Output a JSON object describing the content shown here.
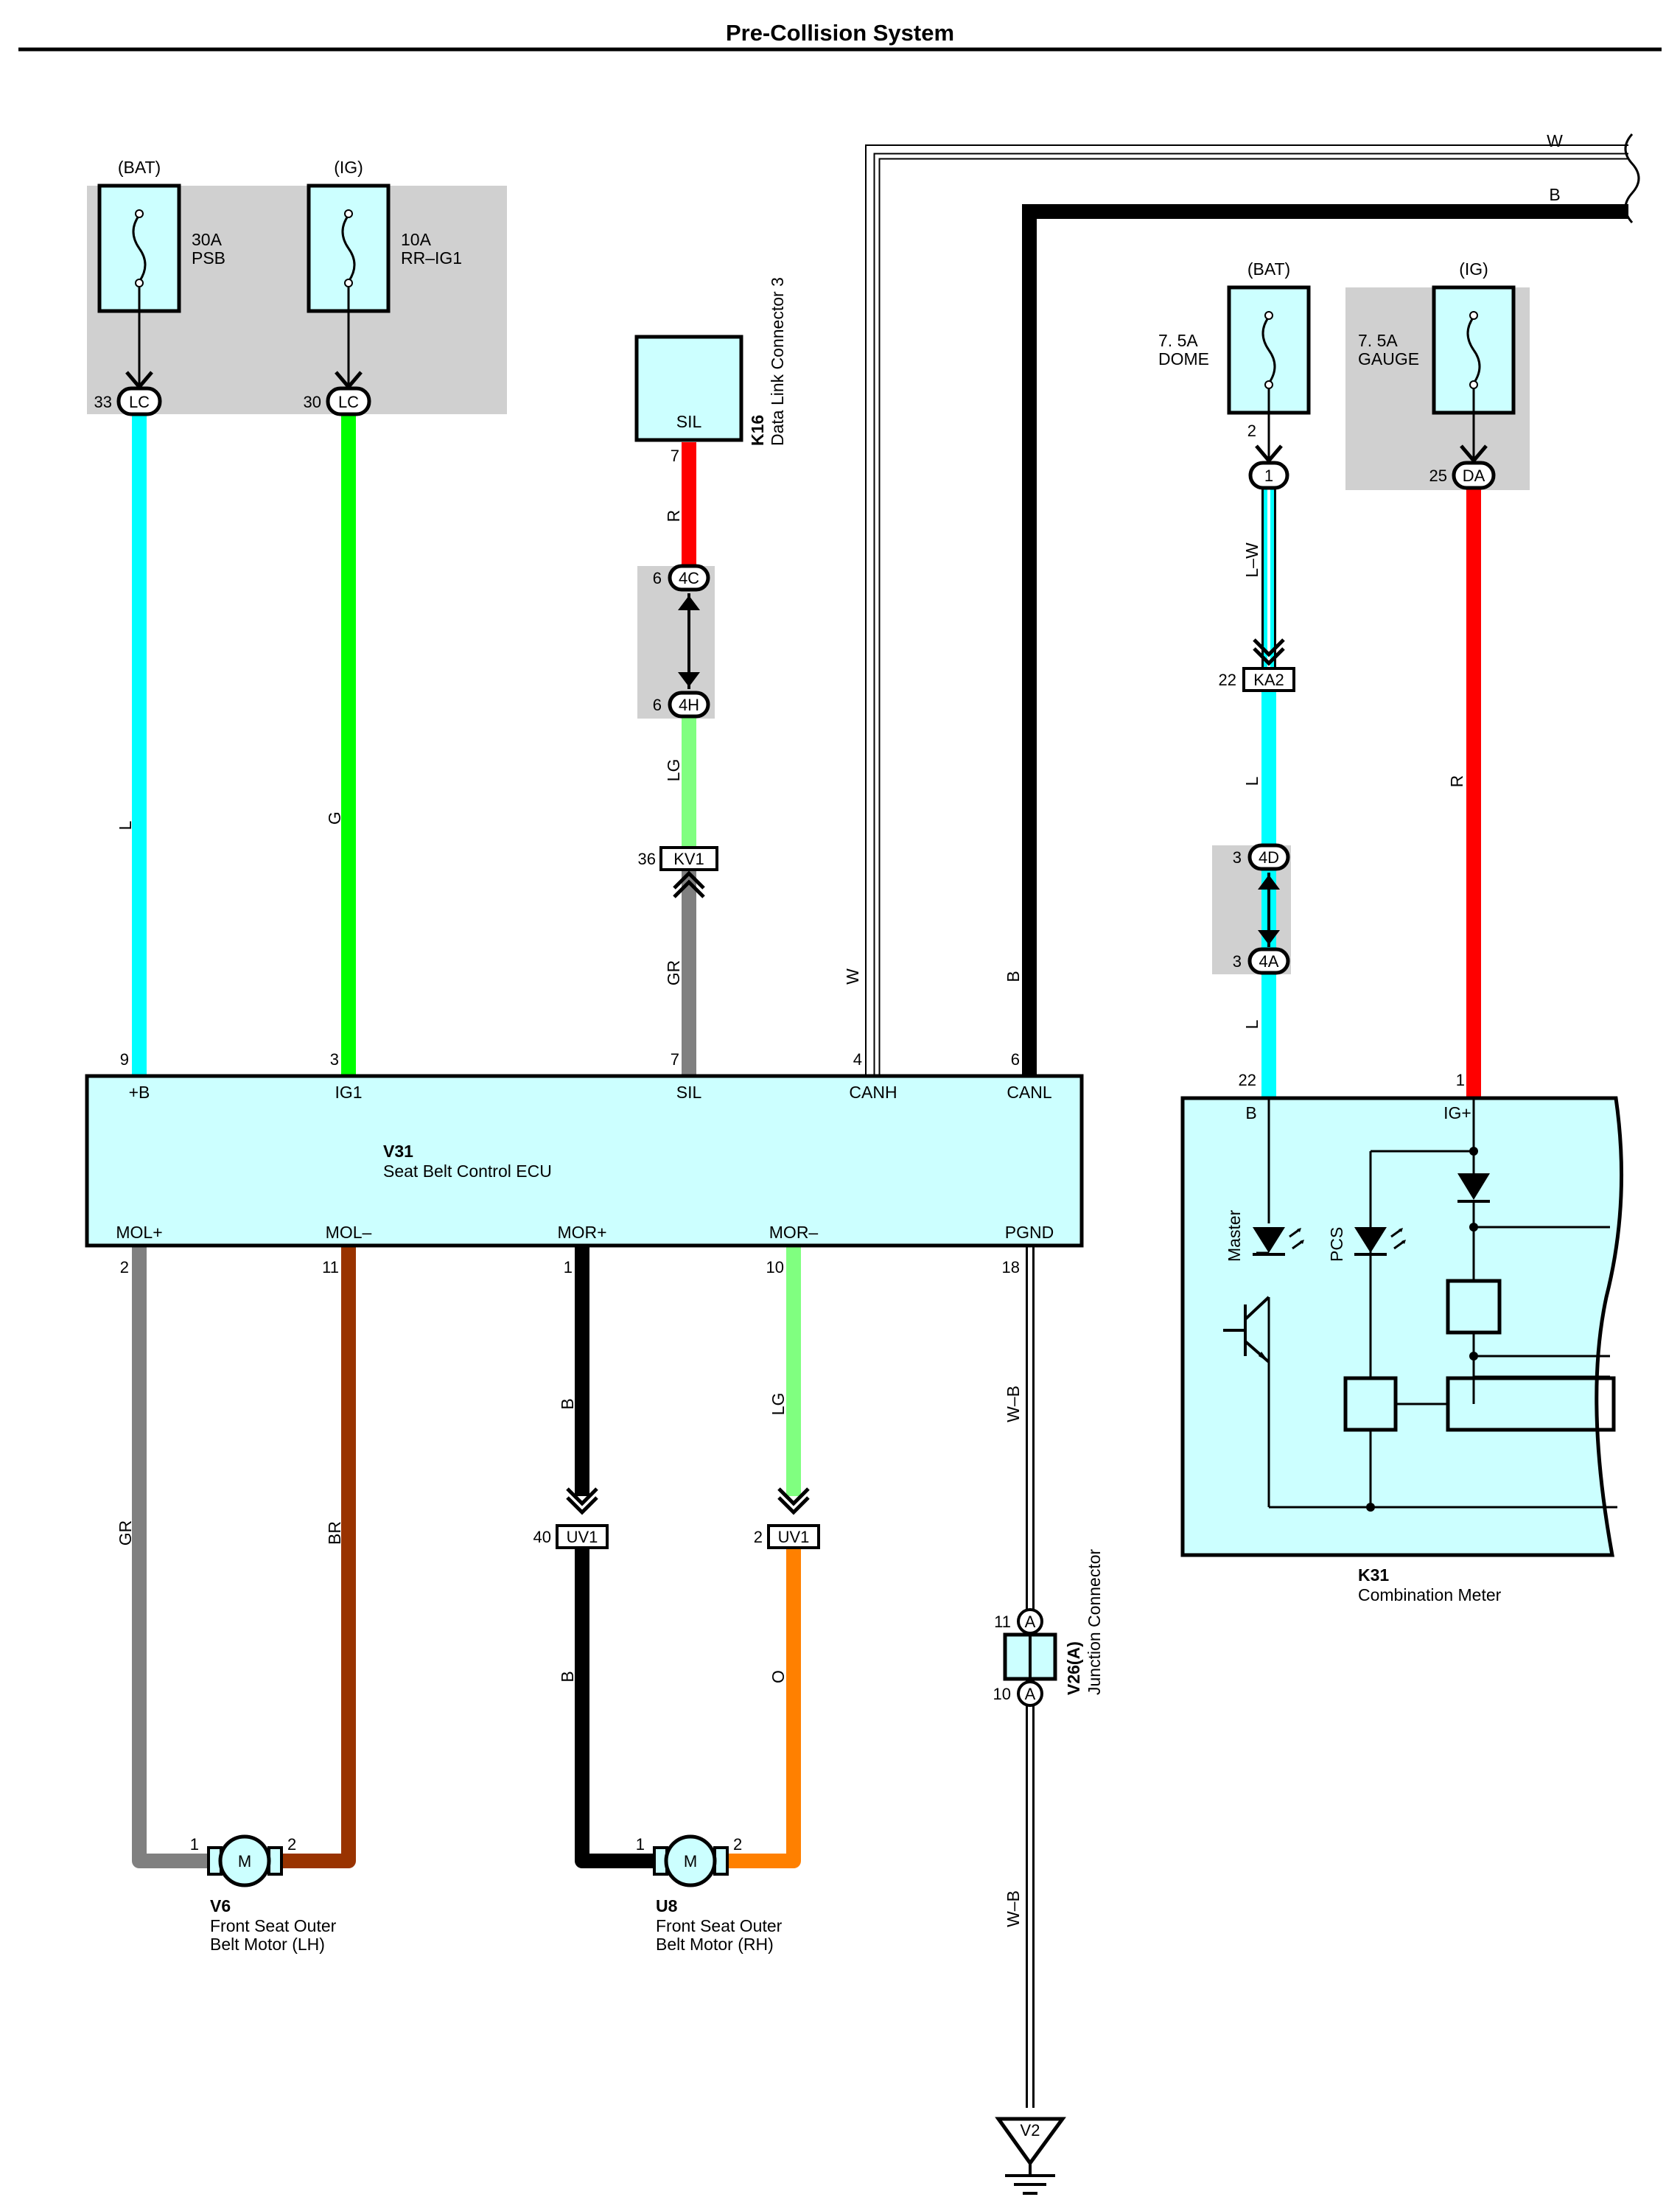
{
  "page": {
    "title": "Pre-Collision System"
  },
  "colors": {
    "L": "#00ffff",
    "G": "#00ff00",
    "R": "#ff0000",
    "LG": "#80ff80",
    "GR": "#808080",
    "BR": "#993300",
    "B": "#000000",
    "O": "#ff8000",
    "W": "#ffffff",
    "component_fill": "#ccffff",
    "shade": "#d0d0d0"
  },
  "fuses": {
    "psb": {
      "source": "(BAT)",
      "rating": "30A",
      "name": "PSB",
      "pin": "33",
      "conn": "LC"
    },
    "rr_ig1": {
      "source": "(IG)",
      "rating": "10A",
      "name": "RR–IG1",
      "pin": "30",
      "conn": "LC"
    },
    "dome": {
      "source": "(BAT)",
      "rating": "7. 5A",
      "name": "DOME",
      "pin": "2",
      "conn": "1"
    },
    "gauge": {
      "source": "(IG)",
      "rating": "7. 5A",
      "name": "GAUGE",
      "pin": "25",
      "conn": "DA"
    }
  },
  "dlc": {
    "id": "K16",
    "name": "Data Link Connector 3",
    "terminal": "SIL",
    "pin": "7"
  },
  "connectors": {
    "c4C": {
      "pin": "6",
      "label": "4C"
    },
    "c4H": {
      "pin": "6",
      "label": "4H"
    },
    "kv1": {
      "pin": "36",
      "label": "KV1"
    },
    "ka2": {
      "pin": "22",
      "label": "KA2"
    },
    "c4D": {
      "pin": "3",
      "label": "4D"
    },
    "c4A": {
      "pin": "3",
      "label": "4A"
    },
    "uv1_40": {
      "pin": "40",
      "label": "UV1"
    },
    "uv1_2": {
      "pin": "2",
      "label": "UV1"
    }
  },
  "wires": {
    "l": "L",
    "g": "G",
    "r_dlc": "R",
    "lg_dlc": "LG",
    "gr_dlc": "GR",
    "w_can": "W",
    "b_can": "B",
    "w_top": "W",
    "b_top": "B",
    "lw_dome": "L–W",
    "l_mid": "L",
    "l_low": "L",
    "r_gauge": "R",
    "gr_mol": "GR",
    "br_mol": "BR",
    "b_mor_up": "B",
    "b_mor_low": "B",
    "lg_mor": "LG",
    "o_mor": "O",
    "wb_up": "W–B",
    "wb_low": "W–B"
  },
  "ecu": {
    "id": "V31",
    "name": "Seat Belt Control ECU",
    "top_pins": [
      {
        "num": "9",
        "name": "+B"
      },
      {
        "num": "3",
        "name": "IG1"
      },
      {
        "num": "7",
        "name": "SIL"
      },
      {
        "num": "4",
        "name": "CANH"
      },
      {
        "num": "6",
        "name": "CANL"
      }
    ],
    "bottom_pins": [
      {
        "num": "2",
        "name": "MOL+"
      },
      {
        "num": "11",
        "name": "MOL–"
      },
      {
        "num": "1",
        "name": "MOR+"
      },
      {
        "num": "10",
        "name": "MOR–"
      },
      {
        "num": "18",
        "name": "PGND"
      }
    ]
  },
  "meter": {
    "id": "K31",
    "name": "Combination Meter",
    "pin_b": "22",
    "term_b": "B",
    "pin_ig": "1",
    "term_ig": "IG+",
    "led_master": "Master",
    "led_pcs": "PCS"
  },
  "junction": {
    "id": "V26(A)",
    "name": "Junction Connector",
    "pin_top": "11",
    "pin_bottom": "10",
    "label": "A"
  },
  "motors": {
    "lh": {
      "id": "V6",
      "line1": "Front Seat Outer",
      "line2": "Belt Motor (LH)",
      "pin1": "1",
      "pin2": "2",
      "symbol": "M"
    },
    "rh": {
      "id": "U8",
      "line1": "Front Seat Outer",
      "line2": "Belt Motor (RH)",
      "pin1": "1",
      "pin2": "2",
      "symbol": "M"
    }
  },
  "ground": {
    "id": "V2"
  }
}
